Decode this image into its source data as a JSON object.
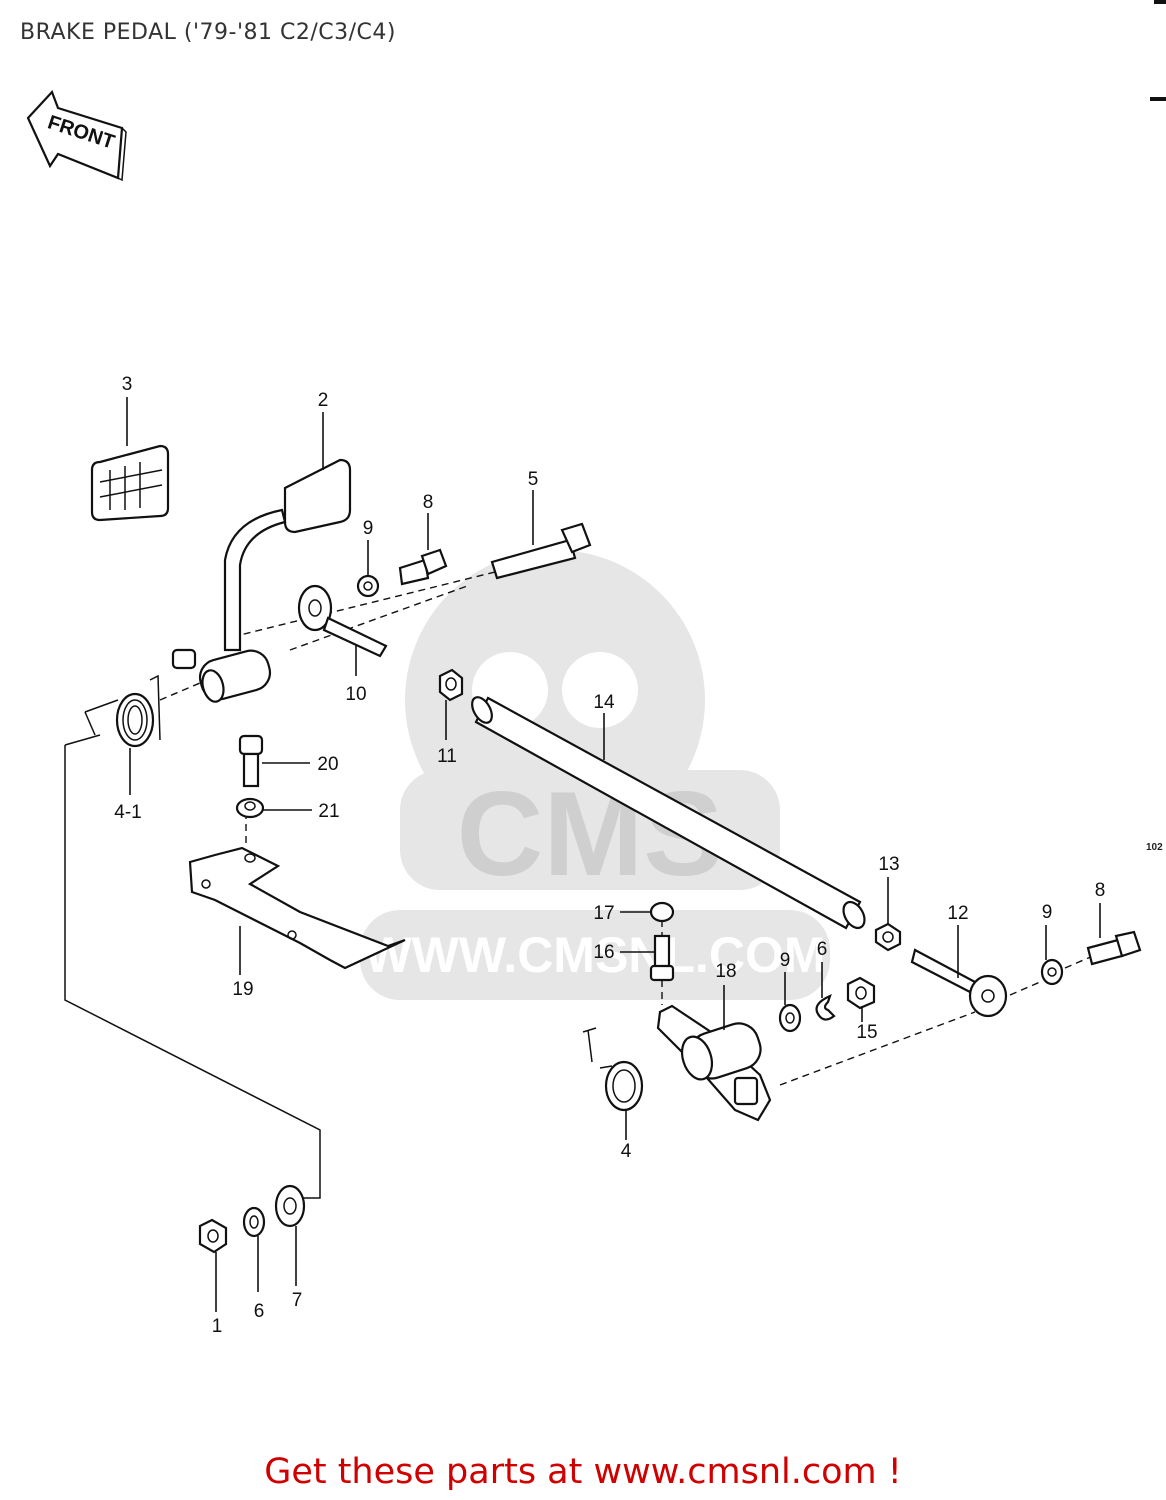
{
  "page": {
    "title": "BRAKE PEDAL ('79-'81 C2/C3/C4)",
    "front_arrow_label": "FRONT",
    "side_code": "102",
    "footer_link": "Get these parts at www.cmsnl.com !"
  },
  "watermark": {
    "brand": "CMS",
    "url": "WWW.CMSNL.COM"
  },
  "callouts": [
    {
      "id": "p3",
      "label": "3"
    },
    {
      "id": "p2",
      "label": "2"
    },
    {
      "id": "p9a",
      "label": "9"
    },
    {
      "id": "p8a",
      "label": "8"
    },
    {
      "id": "p5",
      "label": "5"
    },
    {
      "id": "p10",
      "label": "10"
    },
    {
      "id": "p11",
      "label": "11"
    },
    {
      "id": "p14",
      "label": "14"
    },
    {
      "id": "p4-1",
      "label": "4-1"
    },
    {
      "id": "p20",
      "label": "20"
    },
    {
      "id": "p21",
      "label": "21"
    },
    {
      "id": "p19",
      "label": "19"
    },
    {
      "id": "p13",
      "label": "13"
    },
    {
      "id": "p12",
      "label": "12"
    },
    {
      "id": "p9b",
      "label": "9"
    },
    {
      "id": "p8b",
      "label": "8"
    },
    {
      "id": "p17",
      "label": "17"
    },
    {
      "id": "p16",
      "label": "16"
    },
    {
      "id": "p18",
      "label": "18"
    },
    {
      "id": "p9c",
      "label": "9"
    },
    {
      "id": "p6a",
      "label": "6"
    },
    {
      "id": "p15",
      "label": "15"
    },
    {
      "id": "p4",
      "label": "4"
    },
    {
      "id": "p1",
      "label": "1"
    },
    {
      "id": "p6b",
      "label": "6"
    },
    {
      "id": "p7",
      "label": "7"
    }
  ]
}
